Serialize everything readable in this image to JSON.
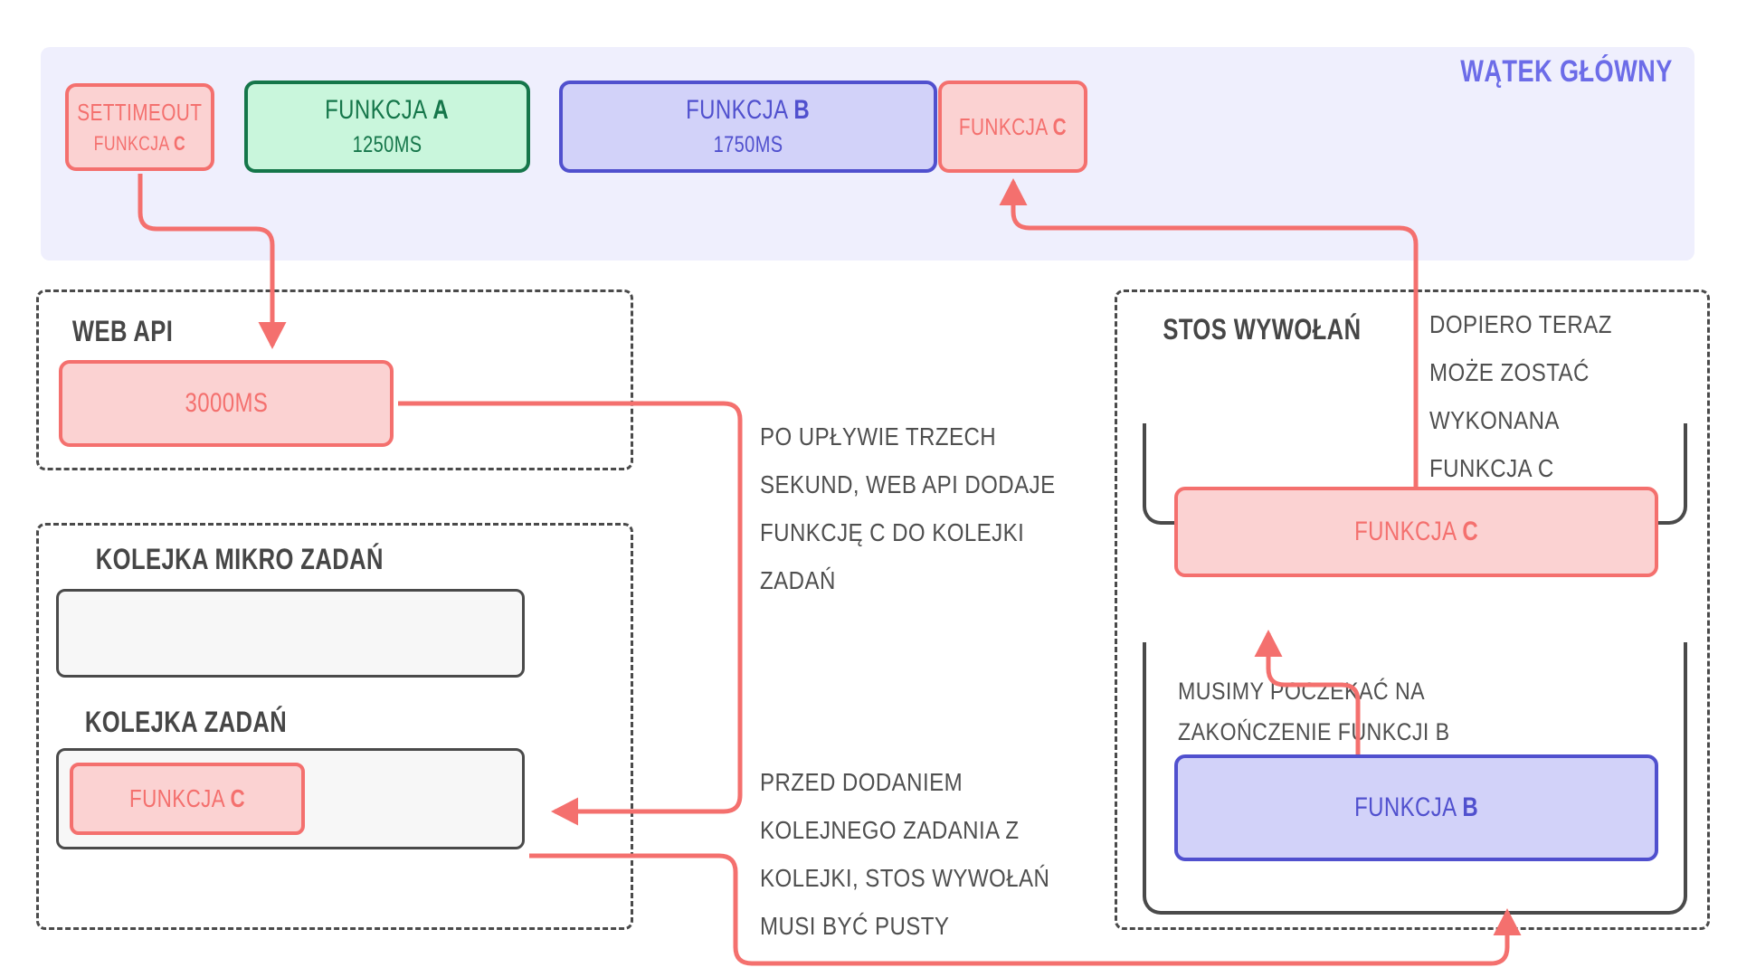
{
  "main_thread": {
    "title": "WĄTEK GŁÓWNY",
    "blocks": [
      {
        "name": "settimeout",
        "title": "SETTIMEOUT",
        "subtitle_prefix": "FUNKCJA ",
        "subtitle_bold": "C",
        "color": "pink"
      },
      {
        "name": "funkcja-a",
        "title_prefix": "FUNKCJA ",
        "title_bold": "A",
        "subtitle": "1250MS",
        "color": "green"
      },
      {
        "name": "funkcja-b",
        "title_prefix": "FUNKCJA ",
        "title_bold": "B",
        "subtitle": "1750MS",
        "color": "blue"
      },
      {
        "name": "funkcja-c",
        "title_prefix": "FUNKCJA ",
        "title_bold": "C",
        "subtitle": "",
        "color": "pink"
      }
    ]
  },
  "web_api": {
    "title": "WEB API",
    "timer_label": "3000MS"
  },
  "queues": {
    "micro_title": "KOLEJKA MIKRO ZADAŃ",
    "micro_items": [],
    "task_title": "KOLEJKA ZADAŃ",
    "task_item_prefix": "FUNKCJA ",
    "task_item_bold": "C"
  },
  "call_stack": {
    "title": "STOS WYWOŁAŃ",
    "frames": [
      {
        "name": "funkcja-c",
        "prefix": "FUNKCJA ",
        "bold": "C",
        "color": "pink"
      },
      {
        "name": "funkcja-b",
        "prefix": "FUNKCJA ",
        "bold": "B",
        "color": "blue"
      }
    ]
  },
  "notes": {
    "web_api_note": "PO UPŁYWIE TRZECH\nSEKUND, WEB API DODAJE\nFUNKCJĘ C DO KOLEJKI\nZADAŃ",
    "queue_note": "PRZED DODANIEM\nKOLEJNEGO ZADANIA Z\nKOLEJKI, STOS WYWOŁAŃ\nMUSI BYĆ PUSTY",
    "stack_note": "DOPIERO TERAZ\nMOŻE ZOSTAĆ\nWYKONANA\nFUNKCJA C",
    "wait_note": "MUSIMY POCZEKAĆ NA\nZAKOŃCZENIE FUNKCJI B"
  },
  "colors": {
    "banner_bg": "#EFEFFD",
    "accent_purple": "#6C6CE8",
    "pink_fill": "#FBD2D2",
    "pink_border": "#F4706E",
    "green_fill": "#C9F6DC",
    "green_border": "#15764A",
    "blue_fill": "#D2D2F9",
    "blue_border": "#5050CE",
    "dash_gray": "#4A4A4A",
    "text_gray": "#4F4F4F",
    "slot_bg": "#F7F7F7"
  }
}
